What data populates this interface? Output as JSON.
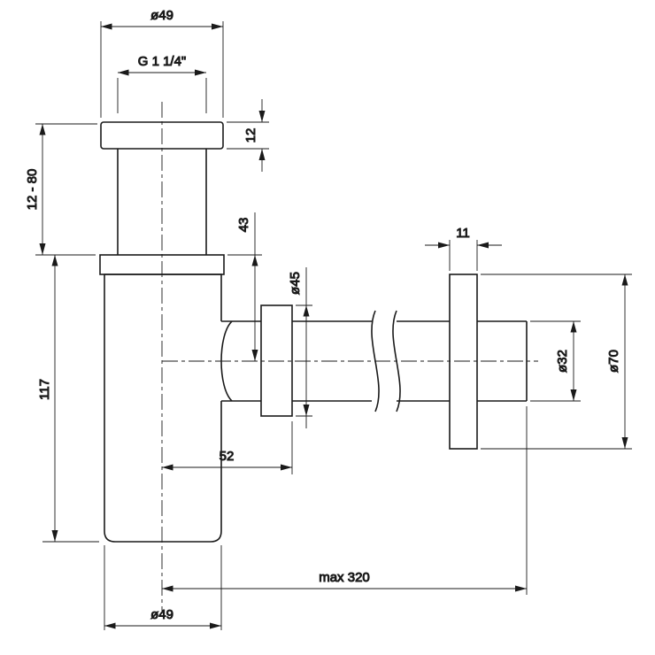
{
  "drawing": {
    "title": "Bottle trap siphon - dimensioned technical drawing",
    "ink_color": "#1a1a1a",
    "background": "#ffffff",
    "dimensions": {
      "top_diameter": "ø49",
      "thread_size": "G 1 1/4\"",
      "flange_height": "12",
      "inlet_adjust_range": "12 - 80",
      "body_height": "117",
      "outlet_center_offset": "43",
      "nut_diameter": "ø45",
      "outlet_offset": "52",
      "rosette_depth": "11",
      "pipe_diameter": "ø32",
      "rosette_diameter": "ø70",
      "max_reach": "max 320",
      "bottom_diameter": "ø49"
    }
  }
}
